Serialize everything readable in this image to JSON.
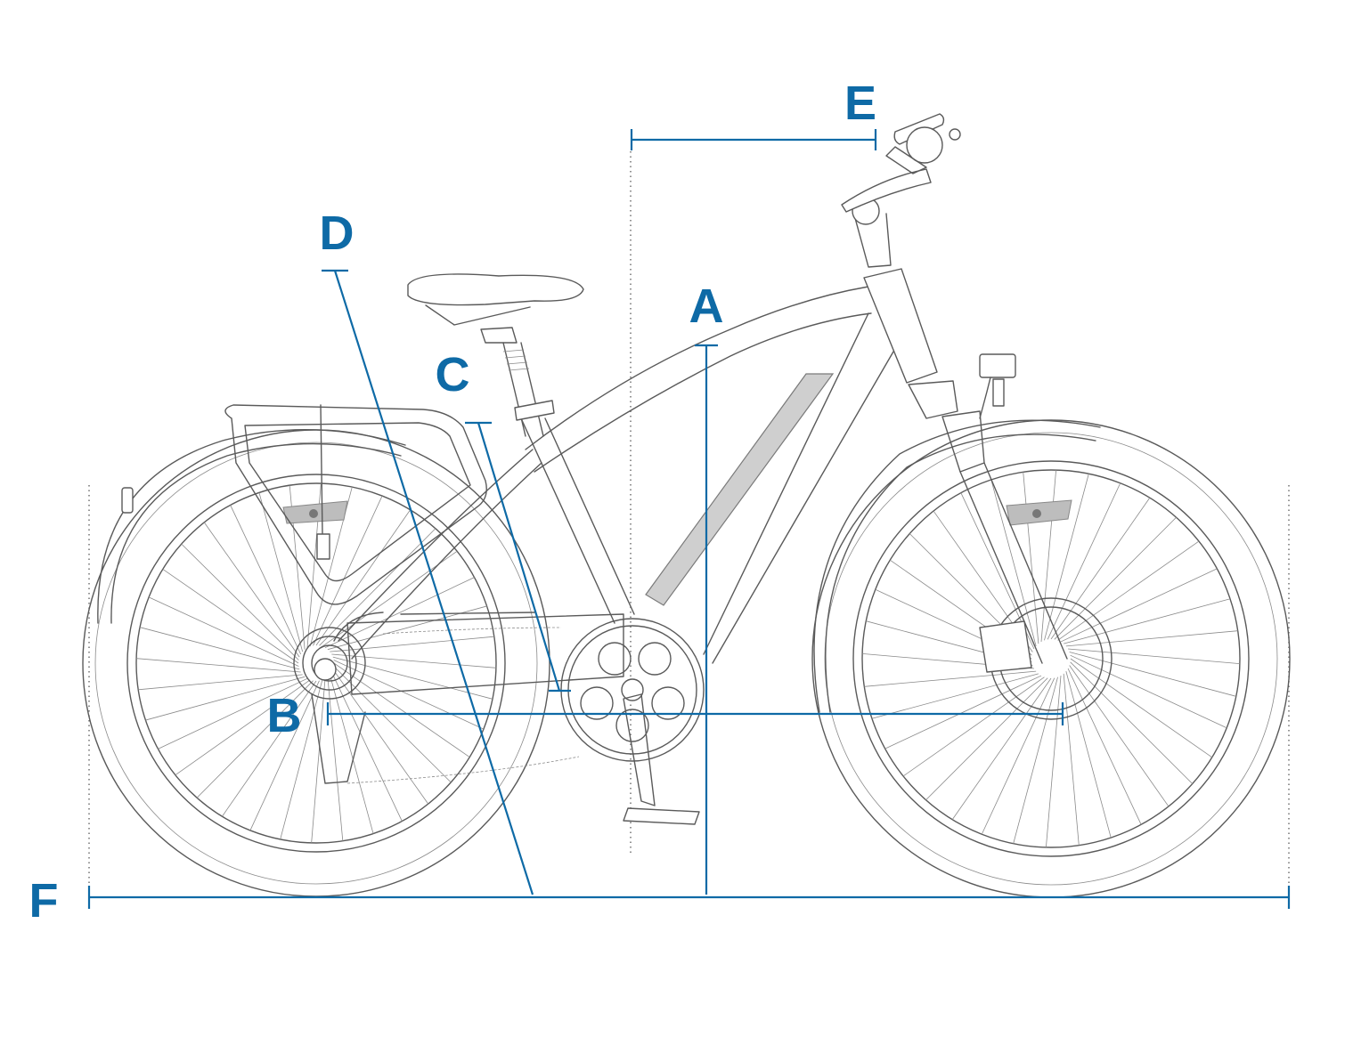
{
  "colors": {
    "accent": "#0e6aa6",
    "line_art": "#5a5a5a",
    "battery": "#cfcfcf"
  },
  "labels": {
    "a": "A",
    "b": "B",
    "c": "C",
    "d": "D",
    "e": "E",
    "f": "F"
  }
}
